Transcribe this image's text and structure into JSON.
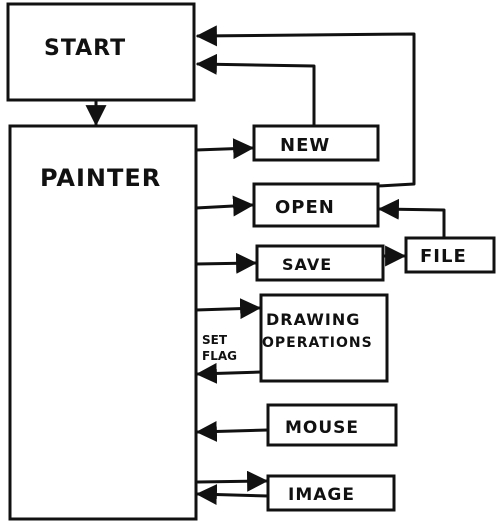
{
  "diagram": {
    "nodes": {
      "start": {
        "label": "START"
      },
      "painter": {
        "label": "PAINTER"
      },
      "new": {
        "label": "NEW"
      },
      "open": {
        "label": "OPEN"
      },
      "save": {
        "label": "SAVE"
      },
      "file": {
        "label": "FILE"
      },
      "drawing": {
        "line1": "DRAWING",
        "line2": "OPERATIONS"
      },
      "mouse": {
        "label": "MOUSE"
      },
      "image": {
        "label": "IMAGE"
      }
    },
    "edge_labels": {
      "set_flag_line1": "SET",
      "set_flag_line2": "FLAG"
    },
    "edges": [
      {
        "from": "start",
        "to": "painter"
      },
      {
        "from": "painter",
        "to": "new"
      },
      {
        "from": "new",
        "to": "start"
      },
      {
        "from": "painter",
        "to": "open"
      },
      {
        "from": "open",
        "to": "start"
      },
      {
        "from": "file",
        "to": "open"
      },
      {
        "from": "painter",
        "to": "save"
      },
      {
        "from": "save",
        "to": "file"
      },
      {
        "from": "painter",
        "to": "drawing"
      },
      {
        "from": "drawing",
        "to": "painter",
        "label": "SET FLAG"
      },
      {
        "from": "mouse",
        "to": "painter"
      },
      {
        "from": "painter",
        "to": "image"
      },
      {
        "from": "image",
        "to": "painter"
      }
    ]
  }
}
